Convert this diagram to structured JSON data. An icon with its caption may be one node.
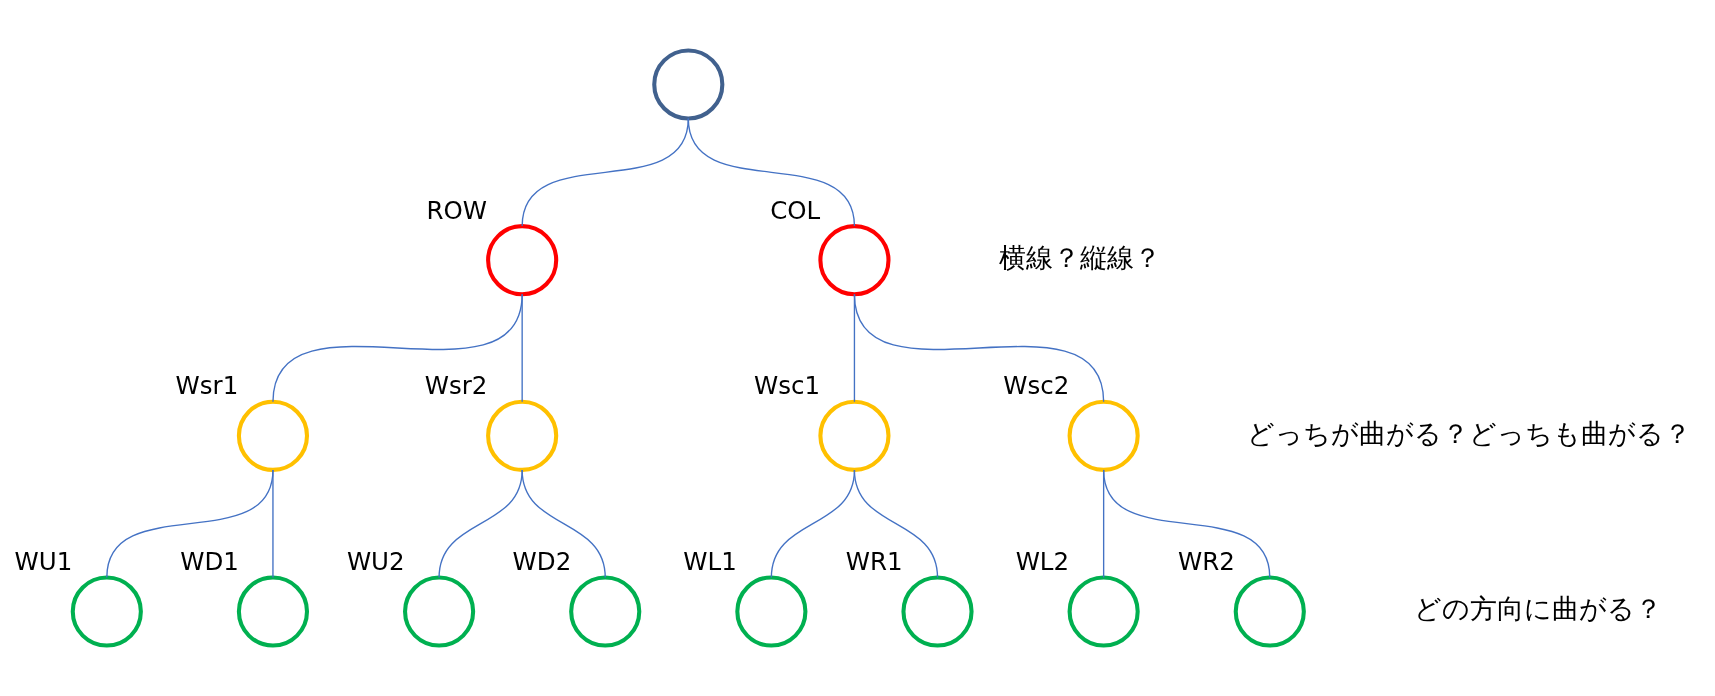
{
  "diagram": {
    "nodes": [
      {
        "text": [],
        "shape": "circle"
      },
      {
        "text": [],
        "shape": "circle",
        "beside": [
          "ROW"
        ]
      },
      {
        "text": [],
        "shape": "circle",
        "beside": [
          "COL"
        ]
      },
      {
        "text": [],
        "shape": "circle",
        "beside": [
          "Wsr1"
        ]
      },
      {
        "text": [],
        "shape": "circle",
        "beside": [
          "Wsr2"
        ]
      },
      {
        "text": [],
        "shape": "circle",
        "beside": [
          "Wsc1"
        ]
      },
      {
        "text": [],
        "shape": "circle",
        "beside": [
          "Wsc2"
        ]
      },
      {
        "text": [],
        "shape": "circle",
        "beside": [
          "WU1"
        ]
      },
      {
        "text": [],
        "shape": "circle",
        "beside": [
          "WD1"
        ]
      },
      {
        "text": [],
        "shape": "circle",
        "beside": [
          "WU2"
        ]
      },
      {
        "text": [],
        "shape": "circle",
        "beside": [
          "WD2"
        ]
      },
      {
        "text": [],
        "shape": "circle",
        "beside": [
          "WL1"
        ]
      },
      {
        "text": [],
        "shape": "circle",
        "beside": [
          "WR1"
        ]
      },
      {
        "text": [],
        "shape": "circle",
        "beside": [
          "WL2"
        ]
      },
      {
        "text": [],
        "shape": "circle",
        "beside": [
          "WR2"
        ]
      }
    ],
    "edges": [
      {
        "from": 0,
        "to": 1,
        "arrow": "none"
      },
      {
        "from": 0,
        "to": 2,
        "arrow": "none"
      },
      {
        "from": 1,
        "to": 3,
        "arrow": "none"
      },
      {
        "from": 1,
        "to": 4,
        "arrow": "none"
      },
      {
        "from": 2,
        "to": 5,
        "arrow": "none"
      },
      {
        "from": 2,
        "to": 6,
        "arrow": "none"
      },
      {
        "from": 3,
        "to": 7,
        "arrow": "none"
      },
      {
        "from": 3,
        "to": 8,
        "arrow": "none"
      },
      {
        "from": 4,
        "to": 9,
        "arrow": "none"
      },
      {
        "from": 4,
        "to": 10,
        "arrow": "none"
      },
      {
        "from": 5,
        "to": 11,
        "arrow": "none"
      },
      {
        "from": 5,
        "to": 12,
        "arrow": "none"
      },
      {
        "from": 6,
        "to": 13,
        "arrow": "none"
      },
      {
        "from": 6,
        "to": 14,
        "arrow": "none"
      }
    ],
    "labels": [
      "横線？縦線？",
      "どっちが曲がる？どっちも曲がる？",
      "どの方向に曲がる？"
    ]
  }
}
